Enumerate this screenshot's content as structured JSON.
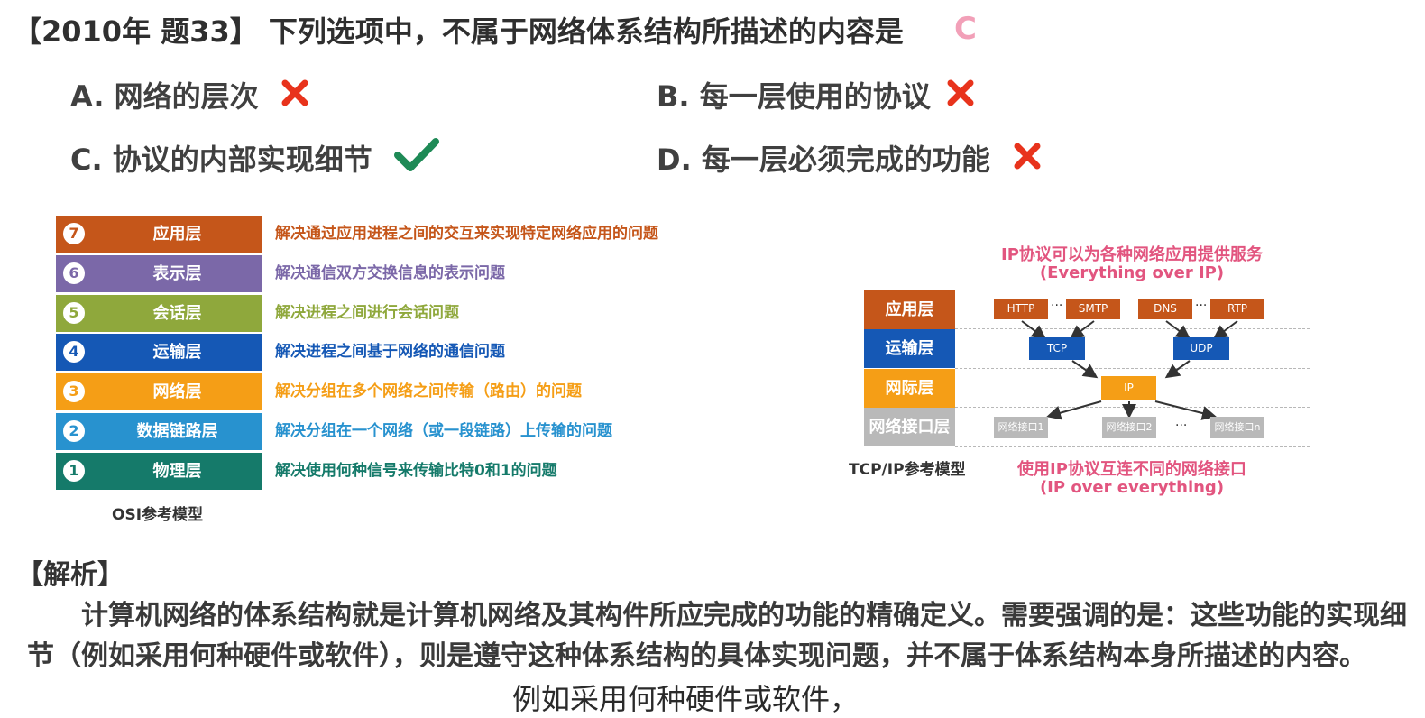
{
  "question": {
    "title": "【2010年 题33】 下列选项中，不属于网络体系结构所描述的内容是",
    "answer": "C",
    "options": [
      {
        "label": "A. 网络的层次",
        "mark": "wrong"
      },
      {
        "label": "B. 每一层使用的协议",
        "mark": "wrong"
      },
      {
        "label": "C. 协议的内部实现细节",
        "mark": "correct"
      },
      {
        "label": "D. 每一层必须完成的功能",
        "mark": "wrong"
      }
    ]
  },
  "osi": {
    "caption": "OSI参考模型",
    "layers": [
      {
        "num": "7",
        "name": "应用层",
        "desc": "解决通过应用进程之间的交互来实现特定网络应用的问题",
        "color": "#c5561a"
      },
      {
        "num": "6",
        "name": "表示层",
        "desc": "解决通信双方交换信息的表示问题",
        "color": "#7b68a8"
      },
      {
        "num": "5",
        "name": "会话层",
        "desc": "解决进程之间进行会话问题",
        "color": "#8fa83c"
      },
      {
        "num": "4",
        "name": "运输层",
        "desc": "解决进程之间基于网络的通信问题",
        "color": "#1558b5"
      },
      {
        "num": "3",
        "name": "网络层",
        "desc": "解决分组在多个网络之间传输（路由）的问题",
        "color": "#f59e16"
      },
      {
        "num": "2",
        "name": "数据链路层",
        "desc": "解决分组在一个网络（或一段链路）上传输的问题",
        "color": "#2892cf"
      },
      {
        "num": "1",
        "name": "物理层",
        "desc": "解决使用何种信号来传输比特0和1的问题",
        "color": "#157a6a"
      }
    ]
  },
  "tcpip": {
    "caption": "TCP/IP参考模型",
    "note_top": [
      "IP协议可以为各种网络应用提供服务",
      "(Everything over IP)"
    ],
    "note_bottom": [
      "使用IP协议互连不同的网络接口",
      "(IP over everything)"
    ],
    "layers": [
      {
        "name": "应用层",
        "color": "#c5561a"
      },
      {
        "name": "运输层",
        "color": "#1558b5"
      },
      {
        "name": "网际层",
        "color": "#f59e16"
      },
      {
        "name": "网络接口层",
        "color": "#b9b9b9"
      }
    ],
    "app_protocols": [
      "HTTP",
      "SMTP",
      "DNS",
      "RTP"
    ],
    "transport_protocols": [
      "TCP",
      "UDP"
    ],
    "network_protocol": "IP",
    "interfaces": [
      "网络接口1",
      "网络接口2",
      "网络接口n"
    ],
    "ellipsis": "···"
  },
  "analysis": {
    "heading": "【解析】",
    "body": "计算机网络的体系结构就是计算机网络及其构件所应完成的功能的精确定义。需要强调的是：这些功能的实现细节（例如采用何种硬件或软件），则是遵守这种体系结构的具体实现问题，并不属于体系结构本身所描述的内容。"
  },
  "subtitle": "例如采用何种硬件或软件，"
}
